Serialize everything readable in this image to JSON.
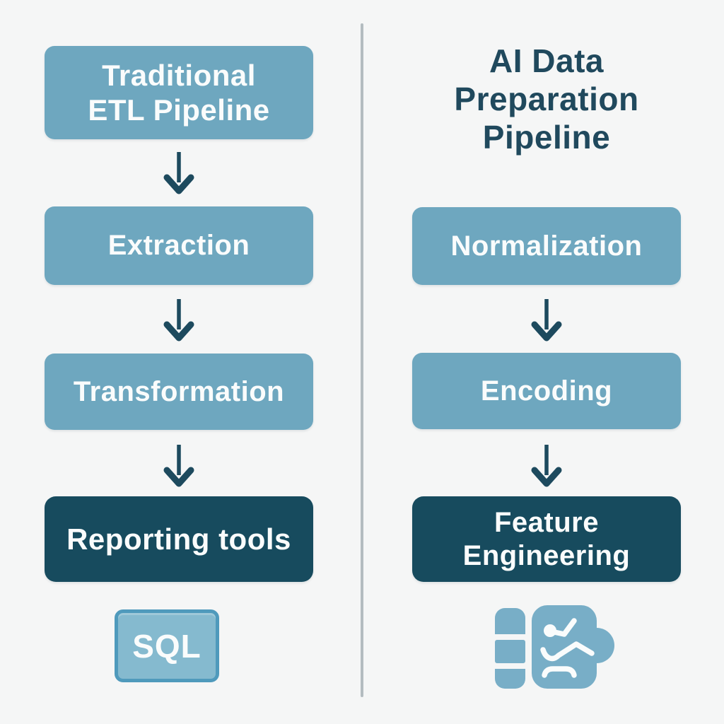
{
  "diagram": {
    "kind": "comparison-flowchart",
    "left_column": {
      "header_lines": [
        "Traditional",
        "ETL Pipeline"
      ],
      "steps": [
        "Extraction",
        "Transformation"
      ],
      "final_label": "Reporting tools",
      "badge_label": "SQL"
    },
    "right_column": {
      "title_lines": [
        "AI Data",
        "Preparation",
        "Pipeline"
      ],
      "steps": [
        "Normalization",
        "Encoding"
      ],
      "final_lines": [
        "Feature",
        "Engineering"
      ],
      "icon": "feature-engineering-icon"
    }
  },
  "colors": {
    "background": "#f5f6f6",
    "light_box": "#6ea7bf",
    "dark_box": "#174b5e",
    "box_text": "#fafcfc",
    "title_text": "#20495d",
    "arrow": "#1d4a5e",
    "divider": "#b3bcc0",
    "sql_fill": "#85bacf",
    "sql_border": "#4f9abc",
    "icon_blue": "#78aec7"
  }
}
